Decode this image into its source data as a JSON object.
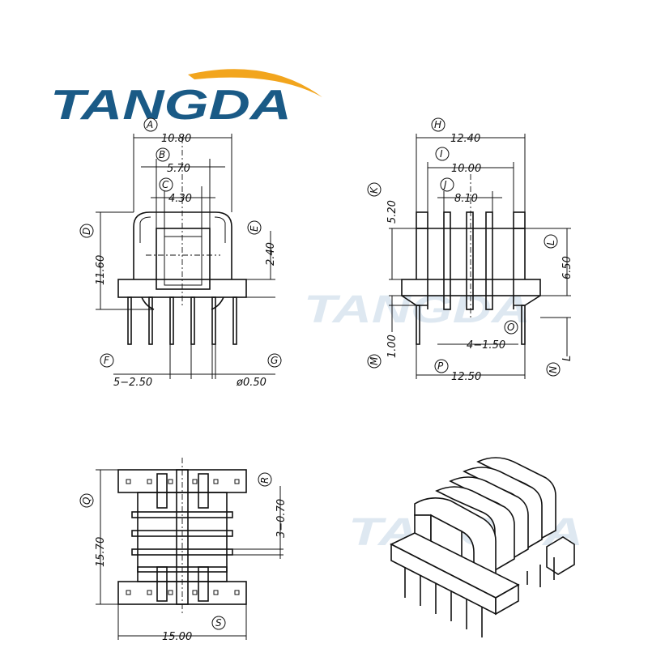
{
  "brand": {
    "logo_text": "TANGDA",
    "logo_color": "#1a5a86",
    "swoosh_color": "#f2a51d",
    "watermark_text": "TANGDA",
    "watermark_color": "#d7e3ee"
  },
  "front_view": {
    "A": {
      "letter": "A",
      "value": "10.80"
    },
    "B": {
      "letter": "B",
      "value": "5.70"
    },
    "C": {
      "letter": "C",
      "value": "4.30"
    },
    "D": {
      "letter": "D",
      "value": "11.60"
    },
    "E": {
      "letter": "E",
      "value": "2.40"
    },
    "F": {
      "letter": "F",
      "value": "5−2.50"
    },
    "G": {
      "letter": "G",
      "value": "ø0.50"
    }
  },
  "side_view": {
    "H": {
      "letter": "H",
      "value": "12.40"
    },
    "I": {
      "letter": "I",
      "value": "10.00"
    },
    "J": {
      "letter": "J",
      "value": "8.10"
    },
    "K": {
      "letter": "K",
      "value": "5.20"
    },
    "L": {
      "letter": "L",
      "value": "6.50"
    },
    "M": {
      "letter": "M",
      "value": "1.00"
    },
    "N": {
      "letter": "N",
      "value": "L"
    },
    "O": {
      "letter": "O",
      "value": "4−1.50"
    },
    "P": {
      "letter": "P",
      "value": "12.50"
    }
  },
  "top_view": {
    "Q": {
      "letter": "Q",
      "value": "15.70"
    },
    "R": {
      "letter": "R",
      "value": "3−0.70"
    },
    "S": {
      "letter": "S",
      "value": "15.00"
    }
  }
}
